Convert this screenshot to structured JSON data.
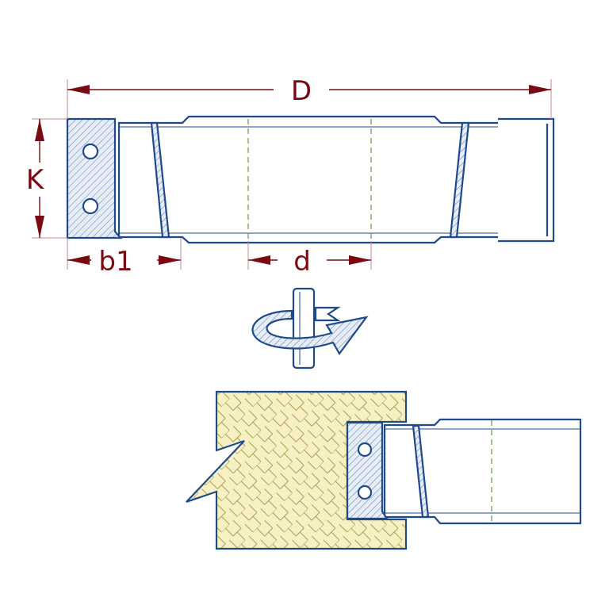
{
  "labels": {
    "D": "D",
    "K": "K",
    "b1": "b1",
    "d": "d"
  },
  "colors": {
    "outline": "#1e4a8c",
    "dimension": "#7a0a12",
    "centerline": "#6e9a5a",
    "workpiece": "#f6f0c2"
  },
  "icons": [
    "rotation-arrow-icon"
  ]
}
